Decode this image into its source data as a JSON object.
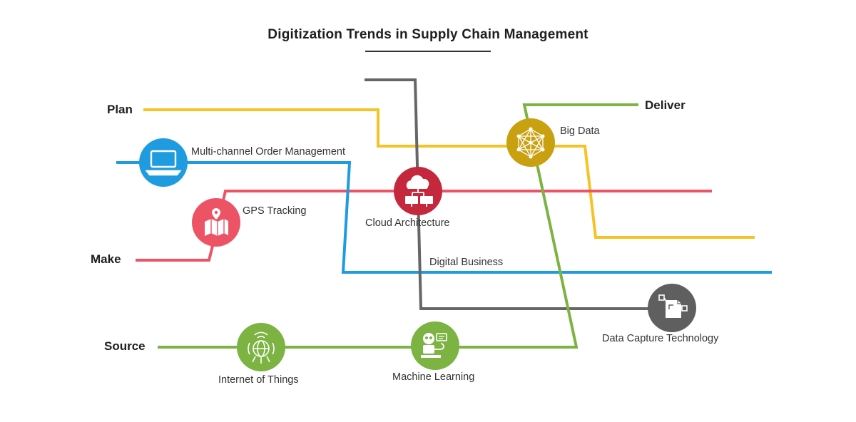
{
  "title": "Digitization Trends in Supply Chain Management",
  "stages": {
    "plan": "Plan",
    "make": "Make",
    "source": "Source",
    "deliver": "Deliver"
  },
  "nodes": {
    "multichannel": {
      "label": "Multi-channel Order Management",
      "icon": "laptop-icon",
      "color": "#1f9be0"
    },
    "gps": {
      "label": "GPS Tracking",
      "icon": "map-pin-icon",
      "color": "#ec5466"
    },
    "cloud": {
      "label": "Cloud Architecture",
      "icon": "cloud-network-icon",
      "color": "#c5283d"
    },
    "bigdata": {
      "label": "Big Data",
      "icon": "network-mesh-icon",
      "color": "#c9a010"
    },
    "iot": {
      "label": "Internet of Things",
      "icon": "globe-wireless-icon",
      "color": "#7cb342"
    },
    "ml": {
      "label": "Machine Learning",
      "icon": "robot-icon",
      "color": "#7cb342"
    },
    "datacapture": {
      "label": "Data Capture Technology",
      "icon": "document-flow-icon",
      "color": "#5f5f5f"
    }
  },
  "line_labels": {
    "digital_business": "Digital Business"
  },
  "colors": {
    "plan_line": "#f5c324",
    "make_line": "#ec5466",
    "order_line": "#1f9be0",
    "source_line": "#7cb342",
    "gray_line": "#666666"
  }
}
